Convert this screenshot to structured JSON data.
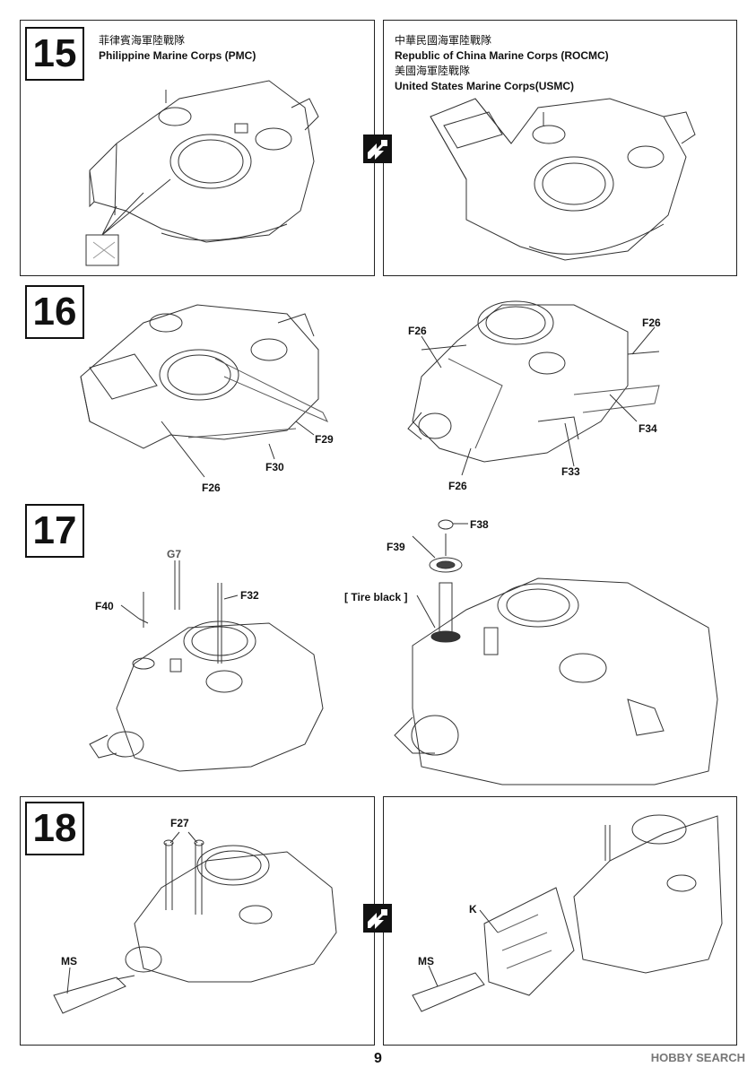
{
  "page_number": "9",
  "watermark": "HOBBY SEARCH",
  "steps": {
    "s15": {
      "number": "15"
    },
    "s16": {
      "number": "16"
    },
    "s17": {
      "number": "17"
    },
    "s18": {
      "number": "18"
    }
  },
  "variants": {
    "pmc_cn": "菲律賓海軍陸戰隊",
    "pmc_en": "Philippine Marine Corps (PMC)",
    "rocmc_cn": "中華民國海軍陸戰隊",
    "rocmc_en": "Republic of China Marine Corps (ROCMC)",
    "usmc_cn": "美國海軍陸戰隊",
    "usmc_en": "United States Marine Corps(USMC)"
  },
  "parts": {
    "f26_a": "F26",
    "f29": "F29",
    "f30": "F30",
    "f26_b": "F26",
    "f26_c": "F26",
    "f34": "F34",
    "f33": "F33",
    "f26_d": "F26",
    "g7": "G7",
    "f40": "F40",
    "f32": "F32",
    "f38": "F38",
    "f39": "F39",
    "tire_black": "[ Tire black ]",
    "f27": "F27",
    "ms_a": "MS",
    "ms_b": "MS",
    "k": "K"
  }
}
